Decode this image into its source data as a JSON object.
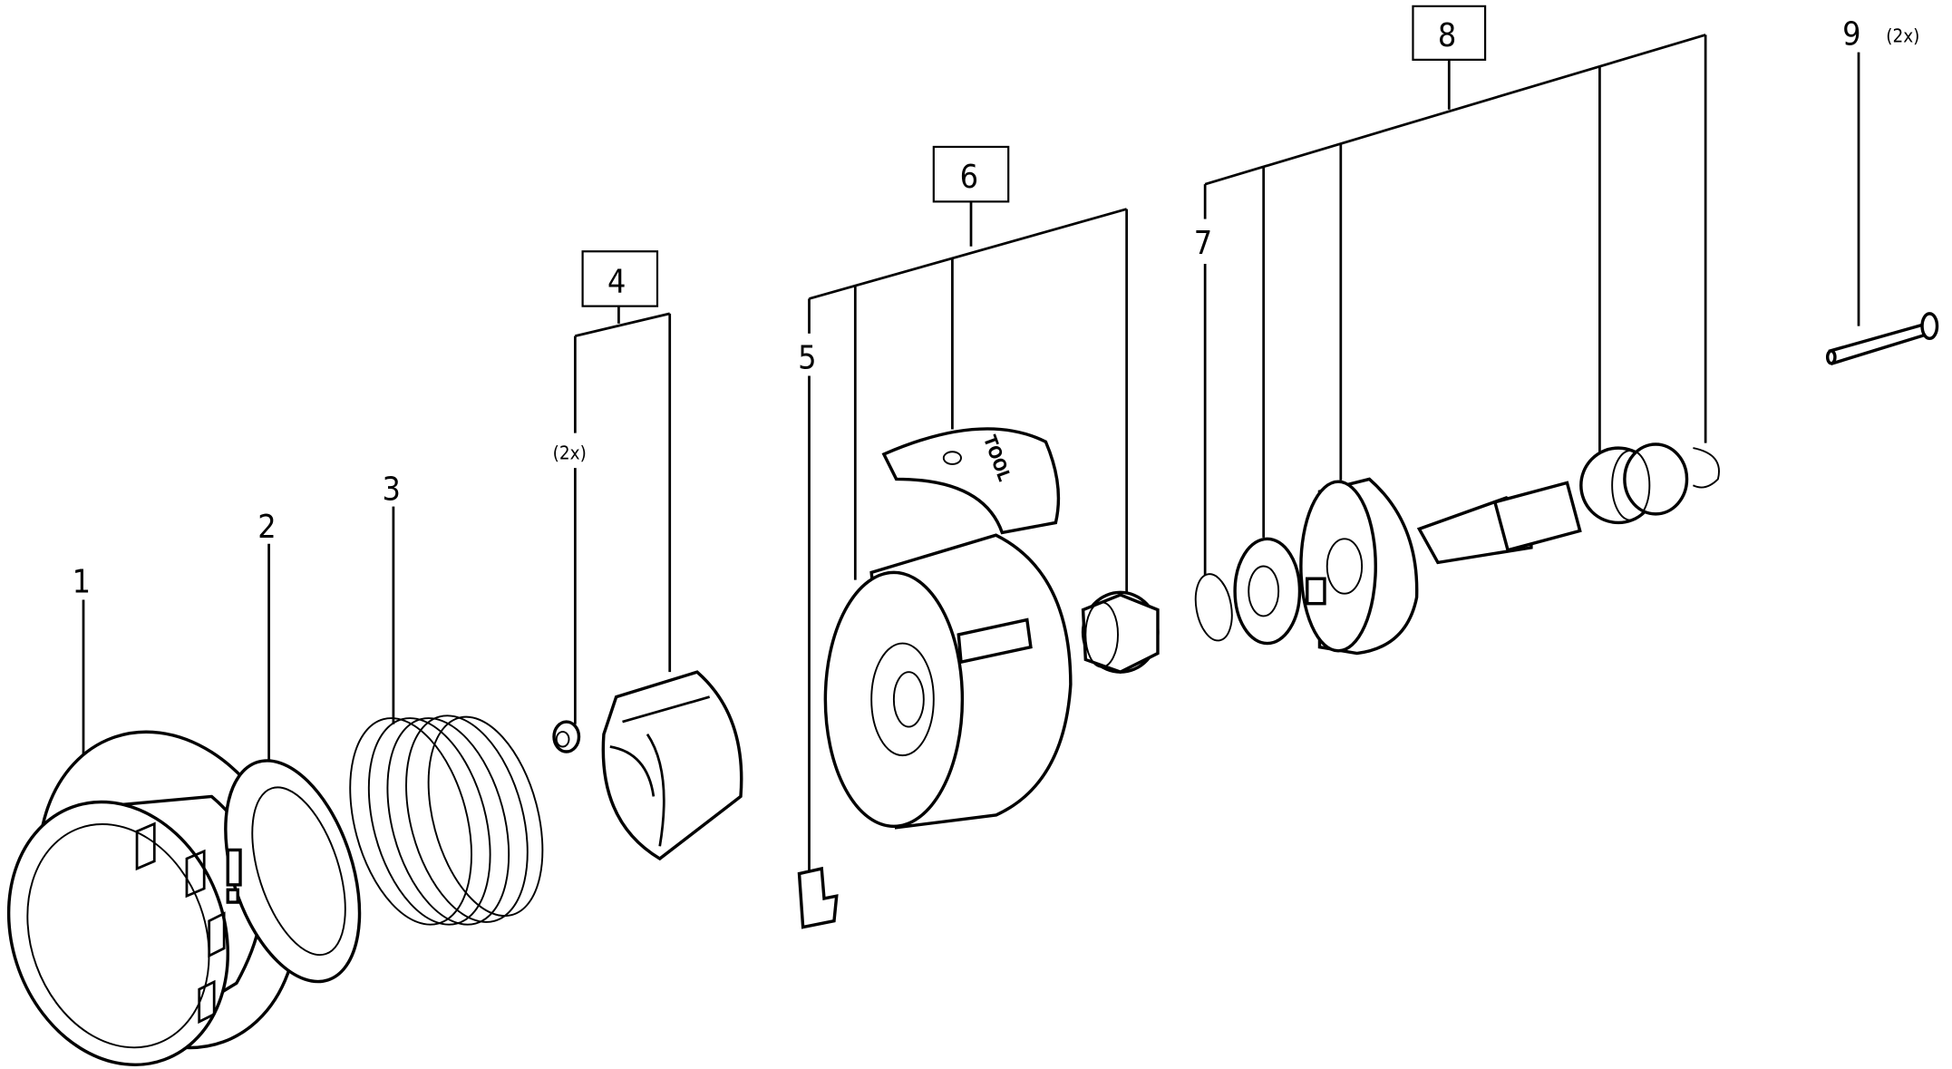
{
  "diagram": {
    "type": "exploded-parts-view",
    "callouts": [
      {
        "id": "1",
        "label": "1",
        "boxed": false
      },
      {
        "id": "2",
        "label": "2",
        "boxed": false
      },
      {
        "id": "3",
        "label": "3",
        "boxed": false
      },
      {
        "id": "4",
        "label": "4",
        "boxed": true,
        "qty": "(2x)"
      },
      {
        "id": "5",
        "label": "5",
        "boxed": false
      },
      {
        "id": "6",
        "label": "6",
        "boxed": true
      },
      {
        "id": "7",
        "label": "7",
        "boxed": false
      },
      {
        "id": "8",
        "label": "8",
        "boxed": true
      },
      {
        "id": "9",
        "label": "9",
        "boxed": false,
        "qty": "(2x)"
      }
    ],
    "sticker_text": "TOOL",
    "line_color": "#000000",
    "background": "#ffffff"
  }
}
